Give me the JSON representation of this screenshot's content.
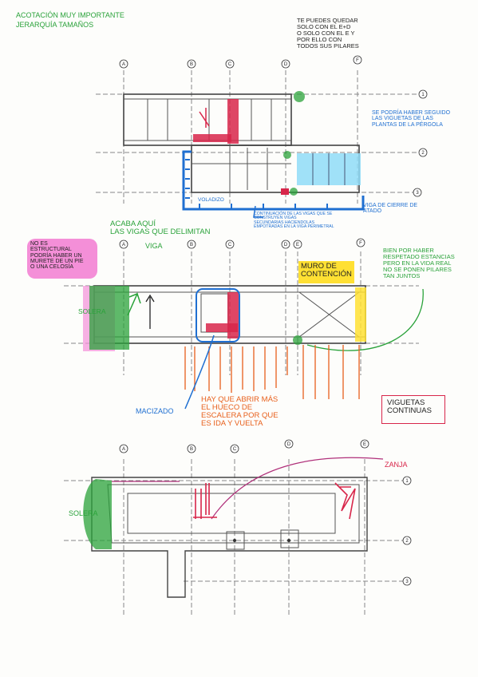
{
  "notes": {
    "title_line1": "ACOTACIÓN MUY IMPORTANTE",
    "title_line2": "JERARQUÍA TAMAÑOS",
    "pillars_note": "TE PUEDES QUEDAR\nSOLO CON EL E+D\nO SOLO CON EL E Y\nPOR ELLO CON\nTODOS SUS PILARES",
    "pergola_note": "SE PODRÍA HABER SEGUIDO\nLAS VIGUETAS DE LAS\nPLANTAS DE LA PÉRGOLA",
    "voladizo": "VOLADIZO",
    "viga_cierre": "VIGA DE CIERRE DE\nATADO",
    "continuacion": "CONTINUACIÓN DE LAS VIGAS QUE SE\nCONSTRUYEN VIGAS\nSECUNDARIAS HACIENDOLAS\nEMPOTRADAS EN LA VIGA PERIMETRAL",
    "acaba_aqui": "ACABA AQUÍ\nLAS VIGAS QUE DELIMITAN",
    "no_estructural": "NO ES\nESTRUCTURAL\nPODRÍA HABER UN\nMURETE DE UN PIE\nO UNA CELOSÍA",
    "viga": "VIGA",
    "muro": "MURO DE\nCONTENCIÓN",
    "bien_por": "BIEN POR HABER\nRESPETADO ESTANCIAS\nPERO EN LA VIDA REAL\nNO SE PONEN PILARES\nTAN JUNTOS",
    "solera1": "SOLERA",
    "hay_que": "HAY QUE ABRIR MÁS\nEL HUECO DE\nESCALERA POR QUE\nES IDA Y VUELTA",
    "macizado": "MACIZADO",
    "viguetas": "VIGUETAS\nCONTINUAS",
    "zanja": "ZANJA",
    "solera2": "SOLERA"
  },
  "axes": {
    "plan1": [
      "A",
      "B",
      "C",
      "D",
      "F",
      "1",
      "2",
      "3"
    ],
    "plan2": [
      "A",
      "B",
      "C",
      "D",
      "E",
      "F"
    ],
    "plan3": [
      "A",
      "B",
      "C",
      "D",
      "E",
      "1",
      "2",
      "3"
    ]
  },
  "colors": {
    "green": "#2aa23a",
    "blue": "#1f6fd1",
    "red": "#d8264a",
    "orange": "#e8601c",
    "yellow": "#ffe033",
    "pink": "#f48fd8",
    "cyan": "#8fdcf7",
    "magenta": "#b0307a"
  }
}
